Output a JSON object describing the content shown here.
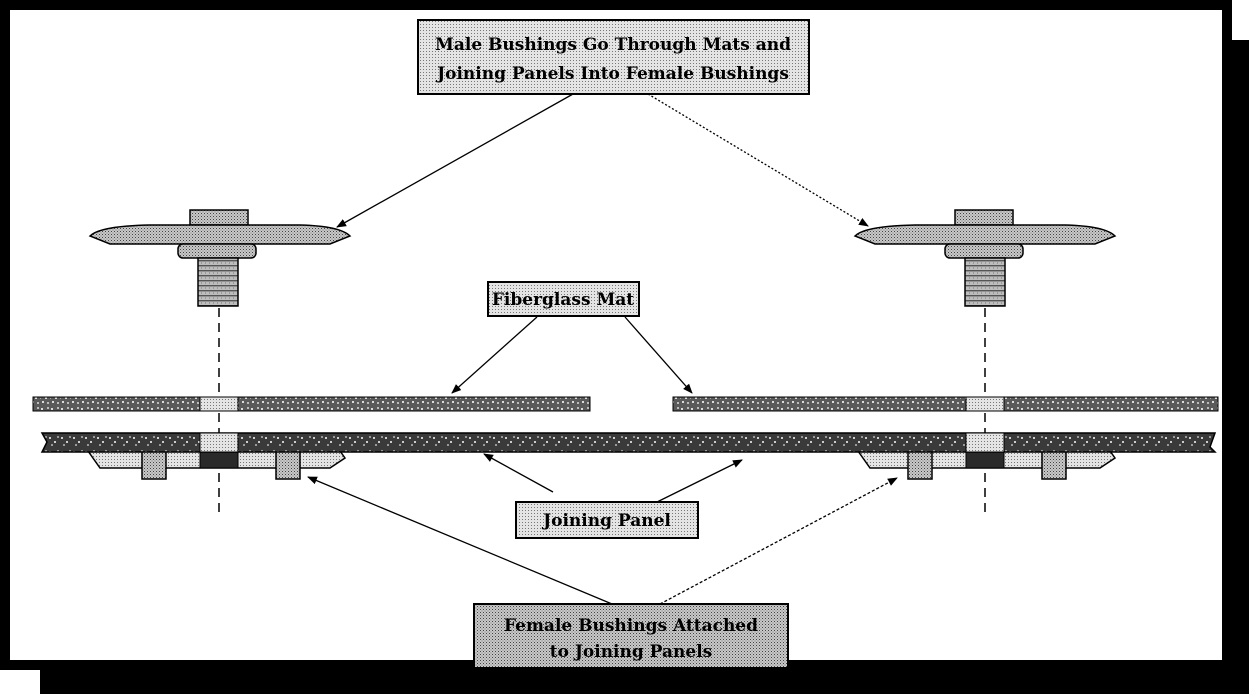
{
  "labels": {
    "male_bushings_line1": "Male Bushings Go Through Mats and",
    "male_bushings_line2": "Joining Panels Into Female Bushings",
    "fiberglass_mat": "Fiberglass Mat",
    "joining_panel": "Joining Panel",
    "female_bushings_line1": "Female Bushings Attached",
    "female_bushings_line2": "to Joining Panels"
  }
}
